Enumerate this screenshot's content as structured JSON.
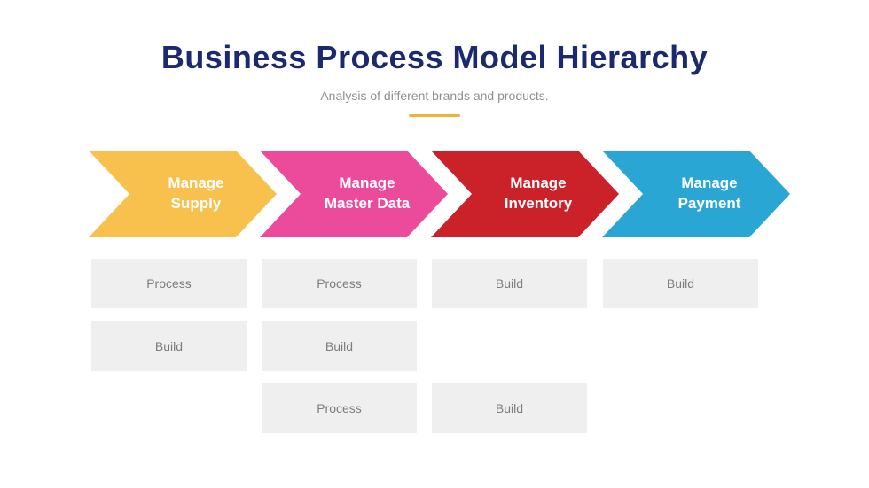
{
  "header": {
    "title": "Business Process Model Hierarchy",
    "subtitle": "Analysis of different brands and products."
  },
  "colors": {
    "title": "#1b2a6f",
    "accent_underline": "#f2b233",
    "stage_text": "#ffffff",
    "box_bg": "#efefef",
    "box_text": "#7d7d7d"
  },
  "stages": [
    {
      "label": "Manage Supply",
      "color": "#f8c14e"
    },
    {
      "label": "Manage Master Data",
      "color": "#ec4b9b"
    },
    {
      "label": "Manage Inventory",
      "color": "#cb2129"
    },
    {
      "label": "Manage Payment",
      "color": "#2aa6d5"
    }
  ],
  "boxes": [
    {
      "label": "Process",
      "col": 0,
      "row": 0
    },
    {
      "label": "Process",
      "col": 1,
      "row": 0
    },
    {
      "label": "Build",
      "col": 2,
      "row": 0
    },
    {
      "label": "Build",
      "col": 3,
      "row": 0
    },
    {
      "label": "Build",
      "col": 0,
      "row": 1
    },
    {
      "label": "Build",
      "col": 1,
      "row": 1
    },
    {
      "label": "Process",
      "col": 1,
      "row": 2
    },
    {
      "label": "Build",
      "col": 2,
      "row": 2
    }
  ]
}
